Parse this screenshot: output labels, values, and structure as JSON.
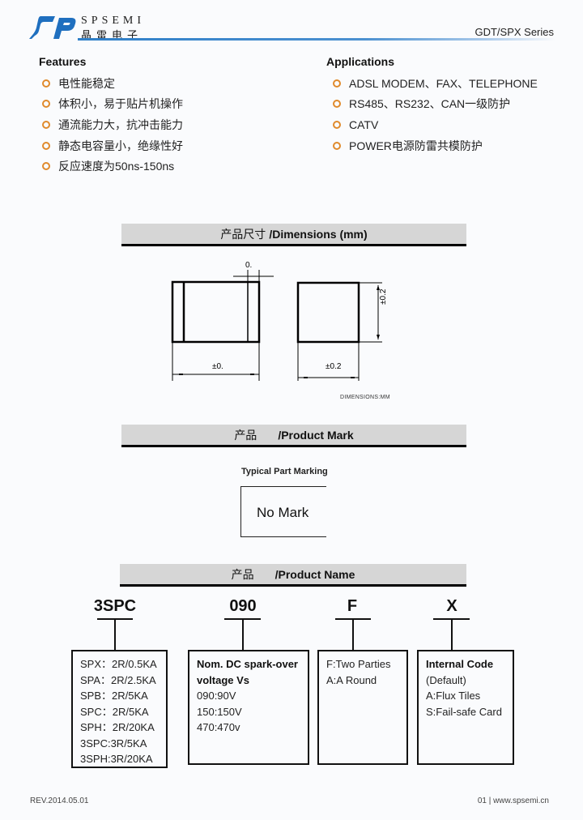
{
  "header": {
    "brand_en": "SPSEMI",
    "brand_cn": "晶雷电子",
    "series": "GDT/SPX Series",
    "colors": {
      "logo_blue": "#1f6fbf",
      "bullet_orange": "#e08a2c"
    }
  },
  "features": {
    "title": "Features",
    "items": [
      "电性能稳定",
      "体积小，易于贴片机操作",
      "通流能力大，抗冲击能力",
      "静态电容量小，绝缘性好",
      "反应速度为50ns-150ns"
    ]
  },
  "applications": {
    "title": "Applications",
    "items": [
      "ADSL MODEM、FAX、TELEPHONE",
      "RS485、RS232、CAN一级防护",
      "CATV",
      "POWER电源防雷共模防护"
    ]
  },
  "dimensions": {
    "banner_cn": "产品尺寸",
    "banner_en": "/Dimensions (mm)",
    "label_top": "0.",
    "label_left_width": "±0.",
    "label_right_width": "±0.2",
    "label_height": "±0.2",
    "note": "DIMENSIONS:MM"
  },
  "product_mark": {
    "banner_cn": "产品",
    "banner_en": "/Product Mark",
    "caption": "Typical Part Marking",
    "mark_text": "No Mark"
  },
  "product_name": {
    "banner_cn": "产品",
    "banner_en": "/Product Name",
    "codes": [
      "3SPC",
      "090",
      "F",
      "X"
    ],
    "boxes": {
      "series": {
        "rows": [
          "SPX：2R/0.5KA",
          "SPA：2R/2.5KA",
          "SPB：2R/5KA",
          "SPC：2R/5KA",
          "SPH：2R/20KA",
          "3SPC:3R/5KA",
          "3SPH:3R/20KA"
        ]
      },
      "voltage": {
        "title1": "Nom. DC spark-over",
        "title2": "voltage Vs",
        "rows": [
          "090:90V",
          "150:150V",
          "470:470v"
        ]
      },
      "package": {
        "rows": [
          "F:Two Parties",
          "A:A Round"
        ]
      },
      "internal": {
        "title": "Internal Code",
        "rows": [
          "(Default)",
          "A:Flux Tiles",
          "S:Fail-safe Card"
        ]
      }
    }
  },
  "footer": {
    "rev": "REV.2014.05.01",
    "page_site": "01 | www.spsemi.cn"
  }
}
